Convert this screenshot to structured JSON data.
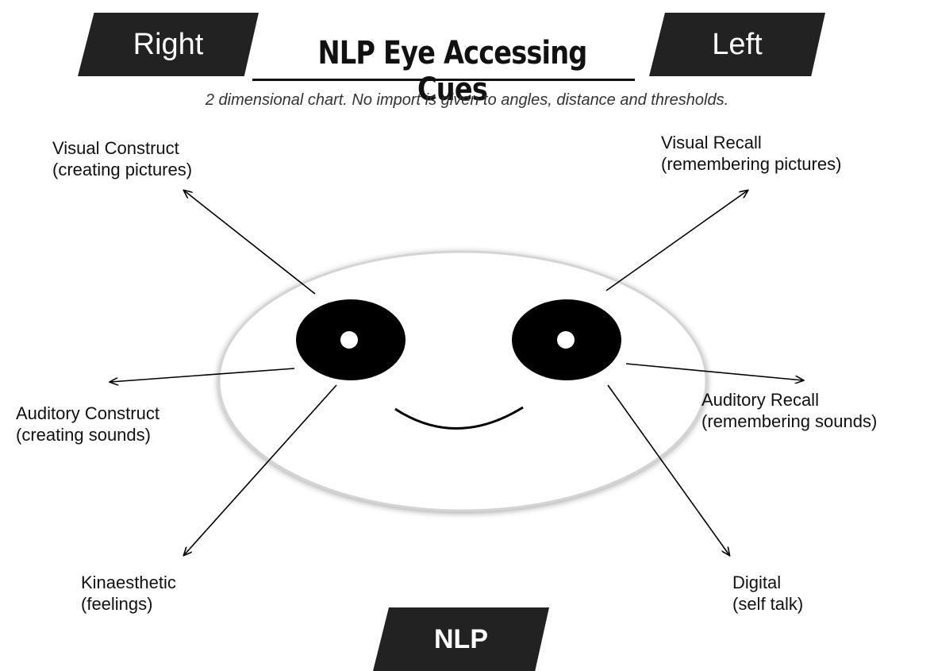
{
  "header": {
    "right_label": "Right",
    "left_label": "Left",
    "title": "NLP Eye Accessing Cues",
    "subtitle": "2 dimensional chart. No import is given to angles, distance and thresholds."
  },
  "footer": {
    "badge": "NLP"
  },
  "cues": {
    "visual_construct": {
      "name": "Visual Construct",
      "desc": "(creating pictures)"
    },
    "visual_recall": {
      "name": "Visual Recall",
      "desc": "(remembering pictures)"
    },
    "auditory_construct": {
      "name": "Auditory Construct",
      "desc": "(creating sounds)"
    },
    "auditory_recall": {
      "name": "Auditory Recall",
      "desc": "(remembering sounds)"
    },
    "kinaesthetic": {
      "name": "Kinaesthetic",
      "desc": "(feelings)"
    },
    "digital": {
      "name": "Digital",
      "desc": "(self talk)"
    }
  },
  "colors": {
    "banner": "#222222",
    "face_outline": "#cfcfcf",
    "eye": "#000000"
  }
}
